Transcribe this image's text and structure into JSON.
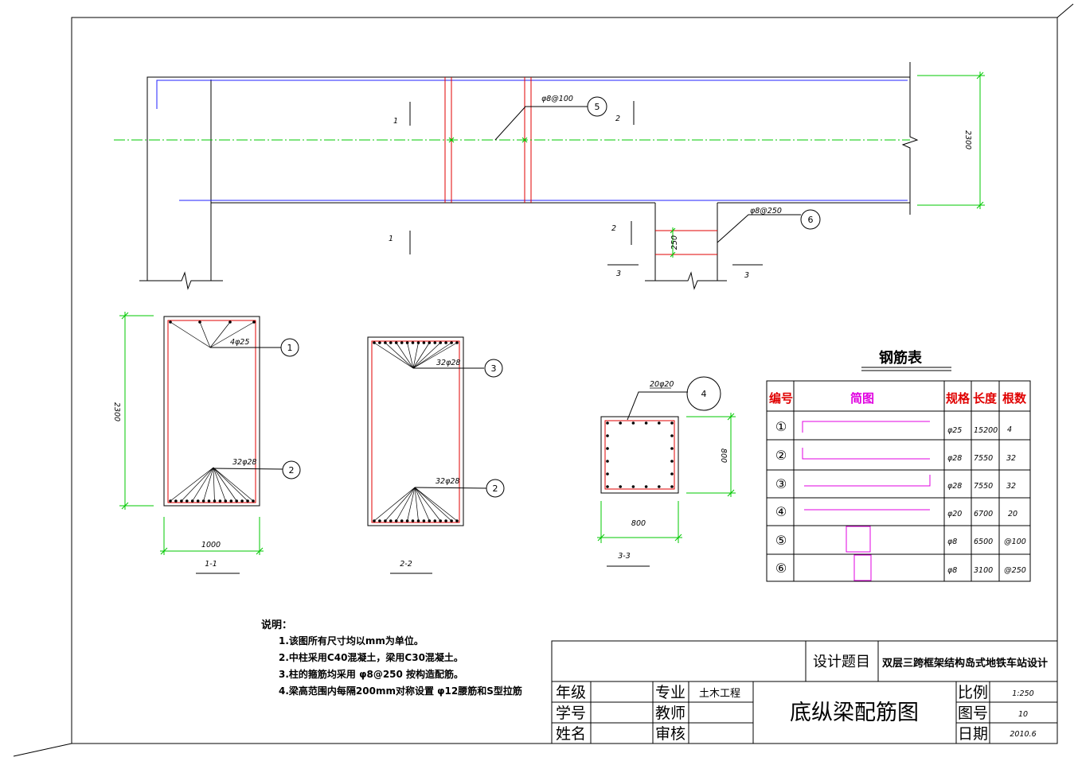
{
  "colors": {
    "line": "#000000",
    "rebar": "#e00000",
    "dimension": "#00c800",
    "stirrup": "#2020ff",
    "sketch": "#e000e0",
    "header": "#e00000"
  },
  "elevation": {
    "stirrup_a_label": "φ8@100",
    "stirrup_b_label": "φ8@250",
    "callout_a": "5",
    "callout_b": "6",
    "mark_1_top": "1",
    "mark_1_bottom": "1",
    "mark_2_top": "2",
    "mark_2_bottom": "2",
    "mark_3_left": "3",
    "mark_3_right": "3",
    "dim_height": "2300",
    "dim_stirrup_spacing": "250"
  },
  "section_1": {
    "title": "1-1",
    "top_bars": "4φ25",
    "bottom_bars": "32φ28",
    "callout_top": "1",
    "callout_bottom": "2",
    "dim_height": "2300",
    "dim_width": "1000"
  },
  "section_2": {
    "title": "2-2",
    "top_bars": "32φ28",
    "bottom_bars": "32φ28",
    "callout_top": "3",
    "callout_bottom": "2"
  },
  "section_3": {
    "title": "3-3",
    "bars": "20φ20",
    "callout": "4",
    "dim_height": "800",
    "dim_width": "800"
  },
  "rebar_table": {
    "title": "钢筋表",
    "headers": {
      "no": "编号",
      "sketch": "简图",
      "spec": "规格",
      "length": "长度",
      "count": "根数"
    },
    "rows": [
      {
        "no": "①",
        "spec": "φ25",
        "length": "15200",
        "count": "4"
      },
      {
        "no": "②",
        "spec": "φ28",
        "length": "7550",
        "count": "32"
      },
      {
        "no": "③",
        "spec": "φ28",
        "length": "7550",
        "count": "32"
      },
      {
        "no": "④",
        "spec": "φ20",
        "length": "6700",
        "count": "20"
      },
      {
        "no": "⑤",
        "spec": "φ8",
        "length": "6500",
        "count": "@100"
      },
      {
        "no": "⑥",
        "spec": "φ8",
        "length": "3100",
        "count": "@250"
      }
    ]
  },
  "notes": {
    "heading": "说明：",
    "items": [
      "1.该图所有尺寸均以mm为单位。",
      "2.中柱采用C40混凝土，梁用C30混凝土。",
      "3.柱的箍筋均采用 φ8@250  按构造配筋。",
      "4.梁高范围内每隔200mm对称设置 φ12腰筋和S型拉筋"
    ]
  },
  "title_block": {
    "design_topic_label": "设计题目",
    "design_topic": "双层三跨框架结构岛式地铁车站设计",
    "grade_label": "年级",
    "student_id_label": "学号",
    "name_label": "姓名",
    "major_label": "专业",
    "major": "土木工程",
    "teacher_label": "教师",
    "review_label": "审核",
    "drawing_title": "底纵梁配筋图",
    "scale_label": "比例",
    "scale": "1:250",
    "drawing_no_label": "图号",
    "drawing_no": "10",
    "date_label": "日期",
    "date": "2010.6"
  }
}
